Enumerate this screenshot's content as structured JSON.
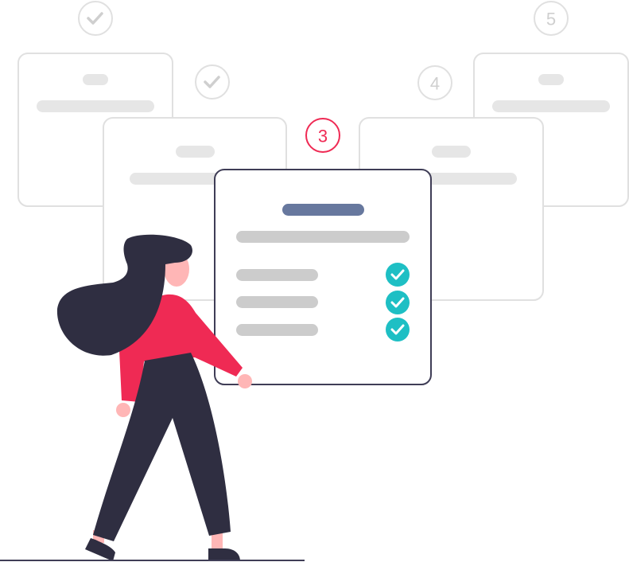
{
  "steps": [
    {
      "label": "",
      "state": "done"
    },
    {
      "label": "",
      "state": "done"
    },
    {
      "label": "3",
      "state": "current"
    },
    {
      "label": "4",
      "state": "pending"
    },
    {
      "label": "5",
      "state": "pending"
    }
  ],
  "colors": {
    "accent": "#ef2a54",
    "done": "#e0e0e0",
    "check": "#1ebfc4",
    "outline": "#3f3d56",
    "bar": "#cccccc",
    "title_bar": "#67789e",
    "dark": "#2f2e41",
    "skin": "#ffb6b6"
  }
}
